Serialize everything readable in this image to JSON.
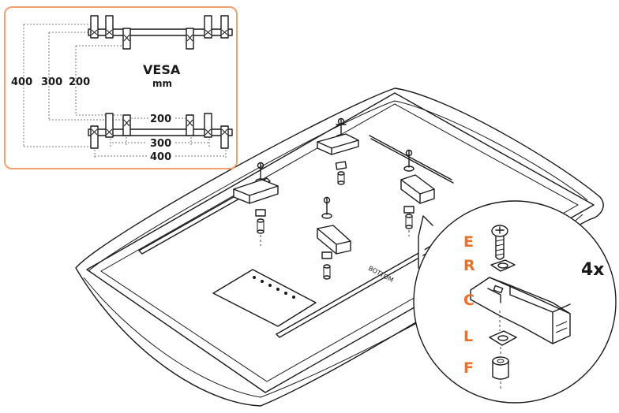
{
  "vesa_panel": {
    "title": "VESA",
    "unit": "mm",
    "vertical_labels": [
      "400",
      "300",
      "200"
    ],
    "horizontal_labels": [
      "200",
      "300",
      "400"
    ],
    "frame_color": "#f0a070"
  },
  "tv_label": "BOTTOM",
  "detail": {
    "quantity": "4x",
    "parts": [
      "E",
      "R",
      "C",
      "L",
      "F"
    ],
    "label_color": "#e8702a"
  }
}
